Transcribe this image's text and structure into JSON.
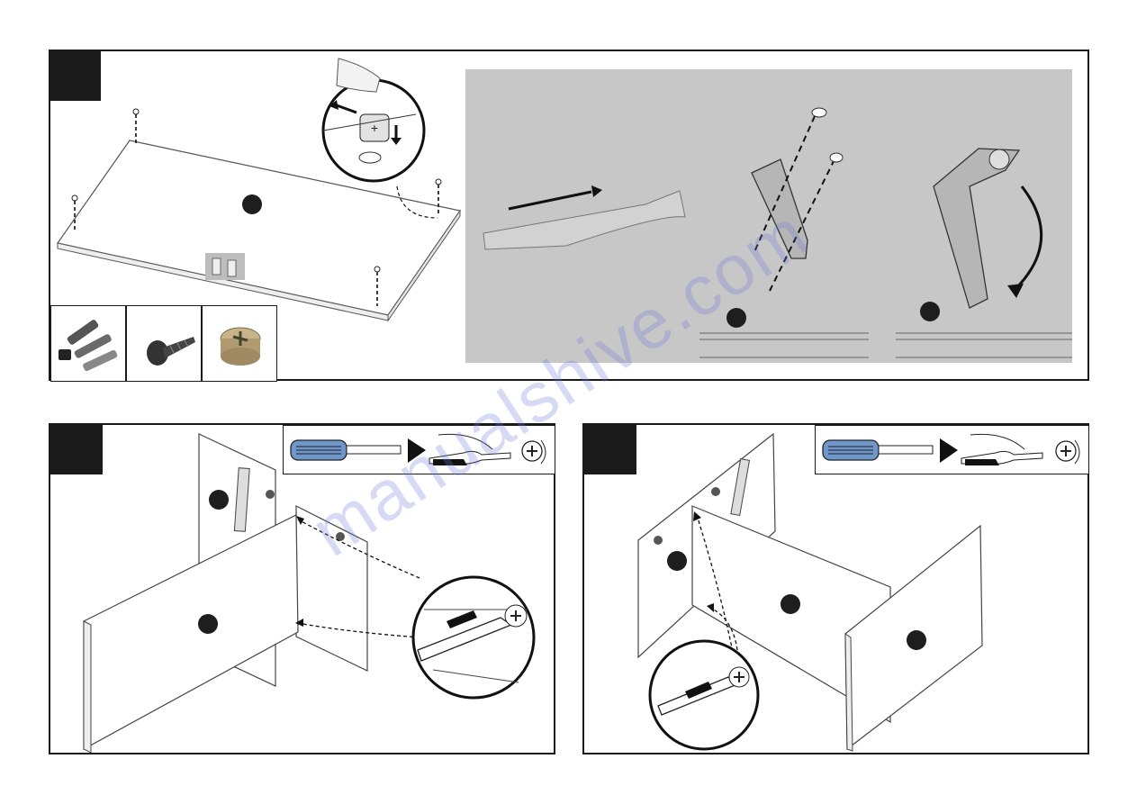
{
  "document": {
    "steps": [
      {
        "id": "step-1",
        "number_label": ""
      },
      {
        "id": "step-2",
        "number_label": ""
      },
      {
        "id": "step-3",
        "number_label": ""
      }
    ],
    "hardware": [
      "plastic-connector-icon",
      "screw-icon",
      "cam-lock-icon"
    ],
    "tool": [
      "screwdriver-icon",
      "arrow-right-icon",
      "hand-turning-icon",
      "phillips-rotate-icon"
    ]
  },
  "watermark": {
    "text": "manualshive.com"
  },
  "colors": {
    "border": "#1a1a1a",
    "step_box": "#1b1b1b",
    "gray_panel": "#c7c7c7",
    "screwdriver_handle": "#6f97cc",
    "watermark": "#6e78dc"
  }
}
